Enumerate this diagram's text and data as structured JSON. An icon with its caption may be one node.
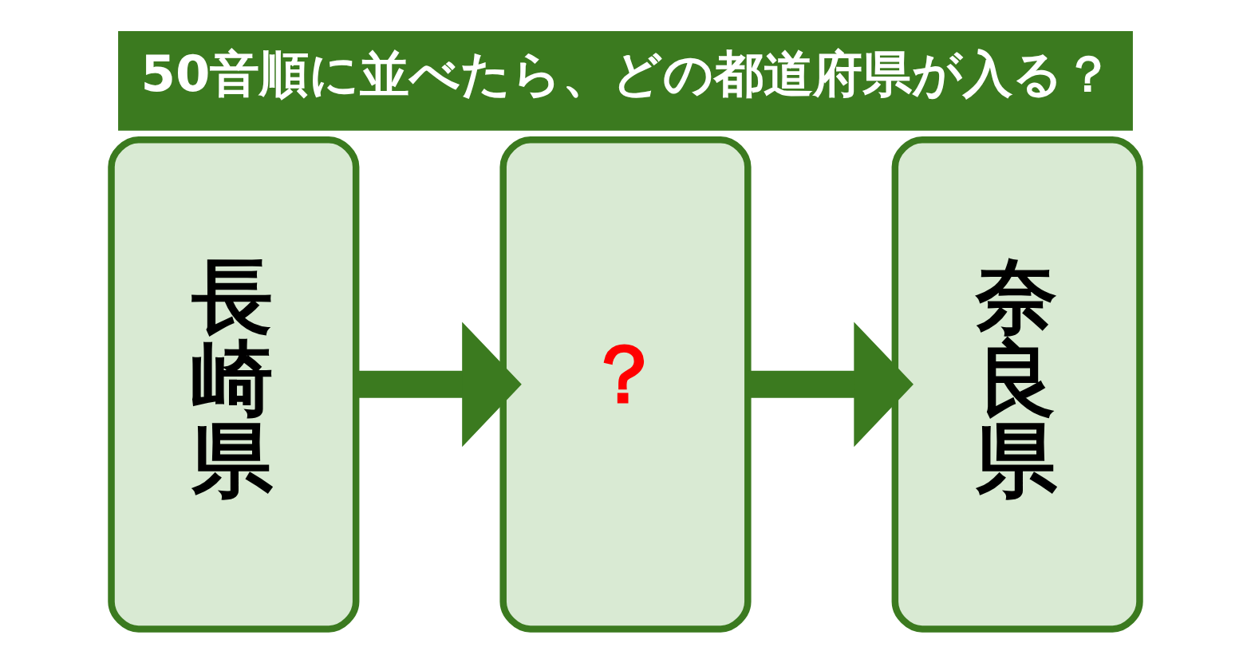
{
  "diagram": {
    "title": "50音順に並べたら、どの都道府県が入る？",
    "nodes": [
      {
        "text": [
          "長崎県"
        ]
      },
      {
        "text": [
          "？"
        ]
      },
      {
        "text": [
          "奈良県"
        ]
      }
    ],
    "edges": [
      {
        "from": 0,
        "to": 1,
        "arrow": "to"
      },
      {
        "from": 1,
        "to": 2,
        "arrow": "to"
      }
    ]
  }
}
